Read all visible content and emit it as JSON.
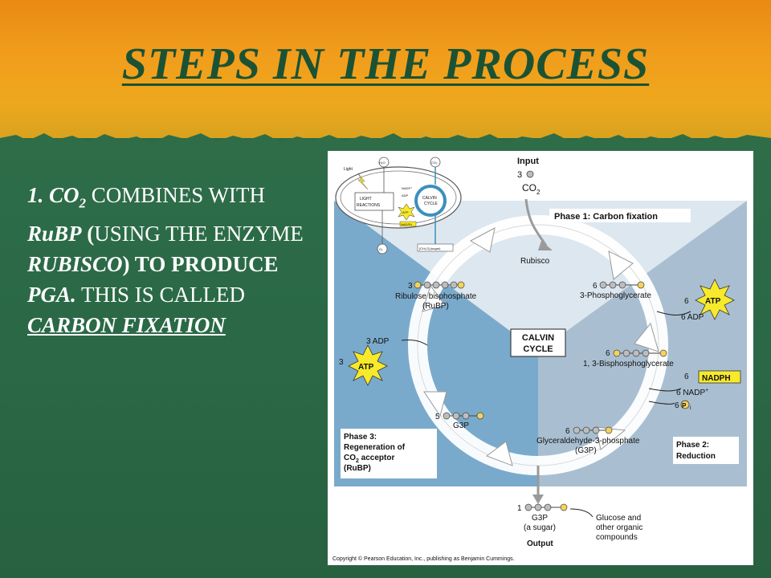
{
  "slide": {
    "title": "STEPS IN THE PROCESS",
    "body": {
      "num": "1.",
      "co": "CO",
      "co_sub": "2",
      "t1": " COMBINES WITH ",
      "rubp": "RuBP",
      "t2": " (",
      "t3": "USING THE ENZYME ",
      "rubisco": "RUBISCO",
      "t4": ") TO PRODUCE ",
      "pga": "PGA.",
      "t5": " THIS IS CALLED ",
      "carbon_fixation": "CARBON FIXATION"
    }
  },
  "diagram": {
    "input_label": "Input",
    "input_count": "3",
    "input_co": "CO",
    "input_co_sub": "2",
    "phase1": "Phase 1: Carbon fixation",
    "rubisco": "Rubisco",
    "rubp_count": "3",
    "rubp_name": "Ribulose bisphosphate",
    "rubp_abbr": "(RuBP)",
    "pga_count": "6",
    "pga_name": "3-Phosphoglycerate",
    "atp_in_count": "6",
    "atp": "ATP",
    "adp_out": "6 ADP",
    "calvin_line1": "CALVIN",
    "calvin_line2": "CYCLE",
    "bpg_count": "6",
    "bpg_name": "1, 3-Bisphosphoglycerate",
    "nadph_count": "6",
    "nadph": "NADPH",
    "nadp_out": "6 NADP",
    "nadp_sup": "+",
    "pi_out": "6",
    "pi": "P",
    "i_sub": "i",
    "g3p_count": "6",
    "g3p_name": "Glyceraldehyde-3-phosphate",
    "g3p_abbr": "(G3P)",
    "phase2_line1": "Phase 2:",
    "phase2_line2": "Reduction",
    "adp3": "3 ADP",
    "atp3_count": "3",
    "g3p5_count": "5",
    "g3p5_name": "G3P",
    "phase3_line1": "Phase 3:",
    "phase3_line2": "Regeneration of",
    "phase3_line3": "CO",
    "phase3_line3_sub": "2",
    "phase3_line3_rest": " acceptor",
    "phase3_line4": "(RuBP)",
    "out_count": "1",
    "out_name": "G3P",
    "out_sugar": "(a sugar)",
    "output_label": "Output",
    "glucose_line1": "Glucose and",
    "glucose_line2": "other organic",
    "glucose_line3": "compounds",
    "copyright": "Copyright © Pearson Education, Inc., publishing as Benjamin Cummings.",
    "inset": {
      "light": "Light",
      "h2o": "H₂O",
      "co2": "CO₂",
      "nadp": "NADP⁺",
      "adp": "ADP",
      "light_reactions_1": "LIGHT",
      "light_reactions_2": "REACTIONS",
      "calvin_1": "CALVIN",
      "calvin_2": "CYCLE",
      "atp": "ATP",
      "nadph": "NADPH",
      "o2": "O₂",
      "sugar": "[CH₂O] (sugar)"
    }
  }
}
